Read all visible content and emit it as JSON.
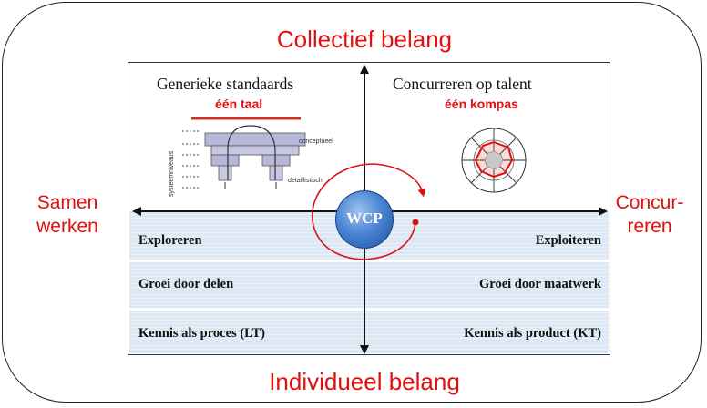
{
  "axes": {
    "top": "Collectief belang",
    "bottom": "Individueel belang",
    "left_line1": "Samen",
    "left_line2": "werken",
    "right_line1": "Concur-",
    "right_line2": "reren"
  },
  "quadrants": {
    "top_left": {
      "title": "Generieke standaards",
      "subtitle": "één taal"
    },
    "top_right": {
      "title": "Concurreren op talent",
      "subtitle": "één kompas"
    }
  },
  "diagram_labels": {
    "vertical_axis": "systeemniveaus",
    "upper": "conceptueel",
    "lower": "detaillistisch"
  },
  "center": {
    "label": "WCP"
  },
  "rows": [
    {
      "left": "Exploreren",
      "right": "Exploiteren"
    },
    {
      "left": "Groei door delen",
      "right": "Groei door maatwerk"
    },
    {
      "left": "Kennis als proces (LT)",
      "right": "Kennis als product (KT)"
    }
  ],
  "colors": {
    "accent_red": "#e01010",
    "cell_blue": "#dce8f4",
    "wcp_blue": "#4b86d4"
  }
}
